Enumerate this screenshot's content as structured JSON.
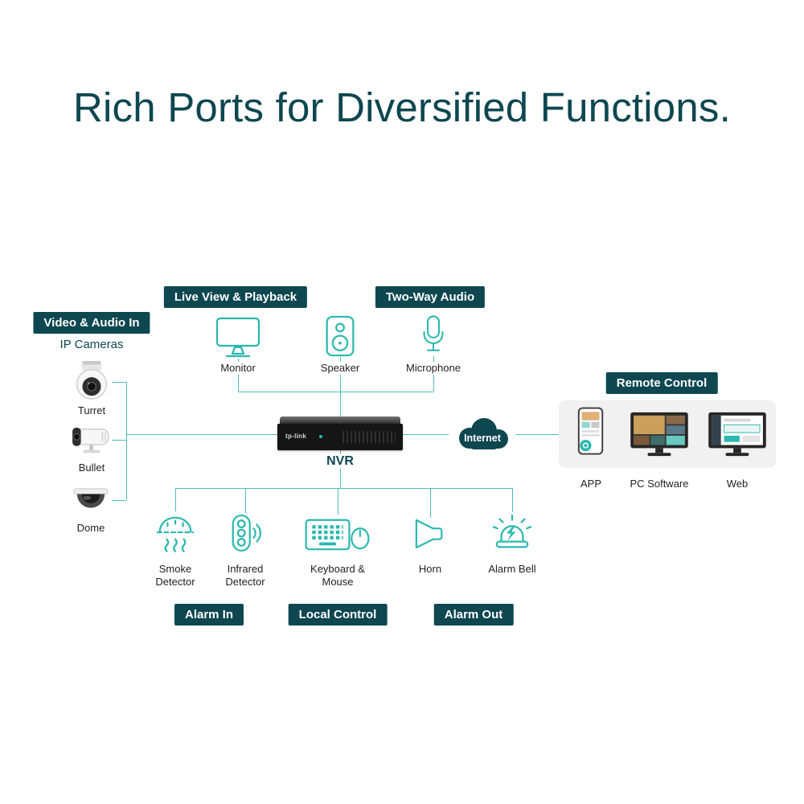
{
  "title": "Rich Ports for Diversified Functions.",
  "colors": {
    "dark_teal": "#0e4750",
    "icon_teal": "#2bb8ae",
    "line_teal": "#4dbfb7",
    "label_text": "#222222",
    "panel_gray": "#f1f1f1"
  },
  "badges": {
    "video_audio_in": "Video & Audio In",
    "live_view_playback": "Live View & Playback",
    "two_way_audio": "Two-Way Audio",
    "remote_control": "Remote Control",
    "alarm_in": "Alarm In",
    "local_control": "Local Control",
    "alarm_out": "Alarm Out"
  },
  "left_group": {
    "heading": "IP Cameras",
    "cameras": [
      {
        "label": "Turret"
      },
      {
        "label": "Bullet"
      },
      {
        "label": "Dome"
      }
    ]
  },
  "top_group": {
    "items": [
      {
        "label": "Monitor"
      },
      {
        "label": "Speaker"
      },
      {
        "label": "Microphone"
      }
    ]
  },
  "center_group": {
    "nvr_label": "NVR",
    "nvr_brand": "tp-link",
    "internet_label": "Internet"
  },
  "right_group": {
    "items": [
      {
        "label": "APP"
      },
      {
        "label": "PC Software"
      },
      {
        "label": "Web"
      }
    ]
  },
  "bottom_group": {
    "items": [
      {
        "label": "Smoke Detector"
      },
      {
        "label": "Infrared Detector"
      },
      {
        "label": "Keyboard & Mouse"
      },
      {
        "label": "Horn"
      },
      {
        "label": "Alarm Bell"
      }
    ]
  }
}
